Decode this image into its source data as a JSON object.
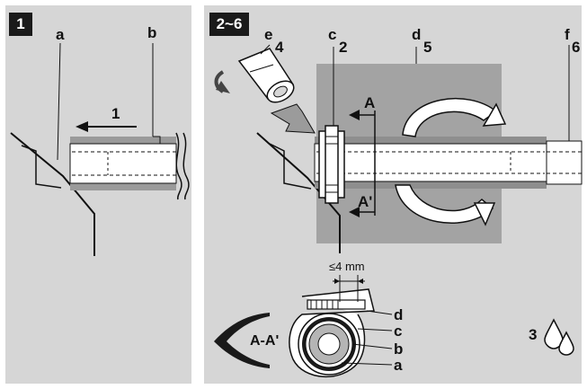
{
  "figure": {
    "panel_left": {
      "badge": "1",
      "labels": {
        "a": "a",
        "b": "b",
        "step": "1"
      }
    },
    "panel_right": {
      "badge": "2~6",
      "labels": {
        "e": "e",
        "step4": "4",
        "c": "c",
        "step2": "2",
        "d": "d",
        "step5": "5",
        "f": "f",
        "step6": "6",
        "section_a": "A",
        "section_a_prime": "A'",
        "section_view": "A-A'",
        "gap": "≤4 mm",
        "d2": "d",
        "c2": "c",
        "b2": "b",
        "a2": "a",
        "step3": "3"
      }
    }
  }
}
